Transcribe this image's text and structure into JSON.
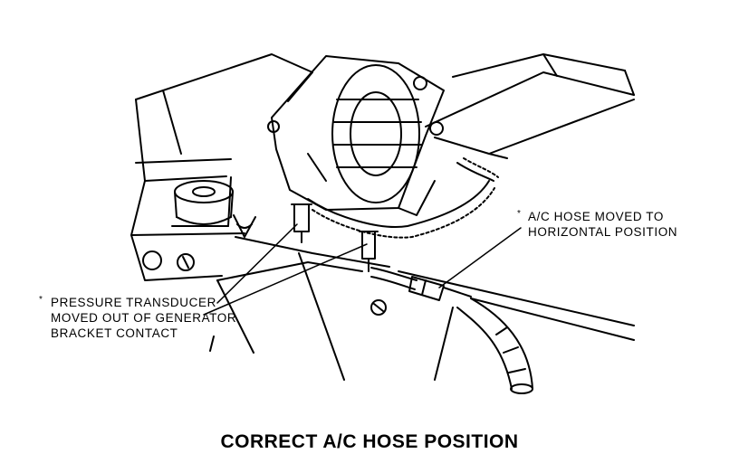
{
  "callouts": {
    "hose": {
      "mark": "*",
      "lines": [
        "A/C HOSE MOVED TO",
        "HORIZONTAL POSITION"
      ]
    },
    "transducer": {
      "mark": "*",
      "lines": [
        "PRESSURE TRANSDUCER",
        "MOVED OUT OF GENERATOR",
        "BRACKET CONTACT"
      ]
    }
  },
  "caption": "CORRECT A/C HOSE POSITION"
}
